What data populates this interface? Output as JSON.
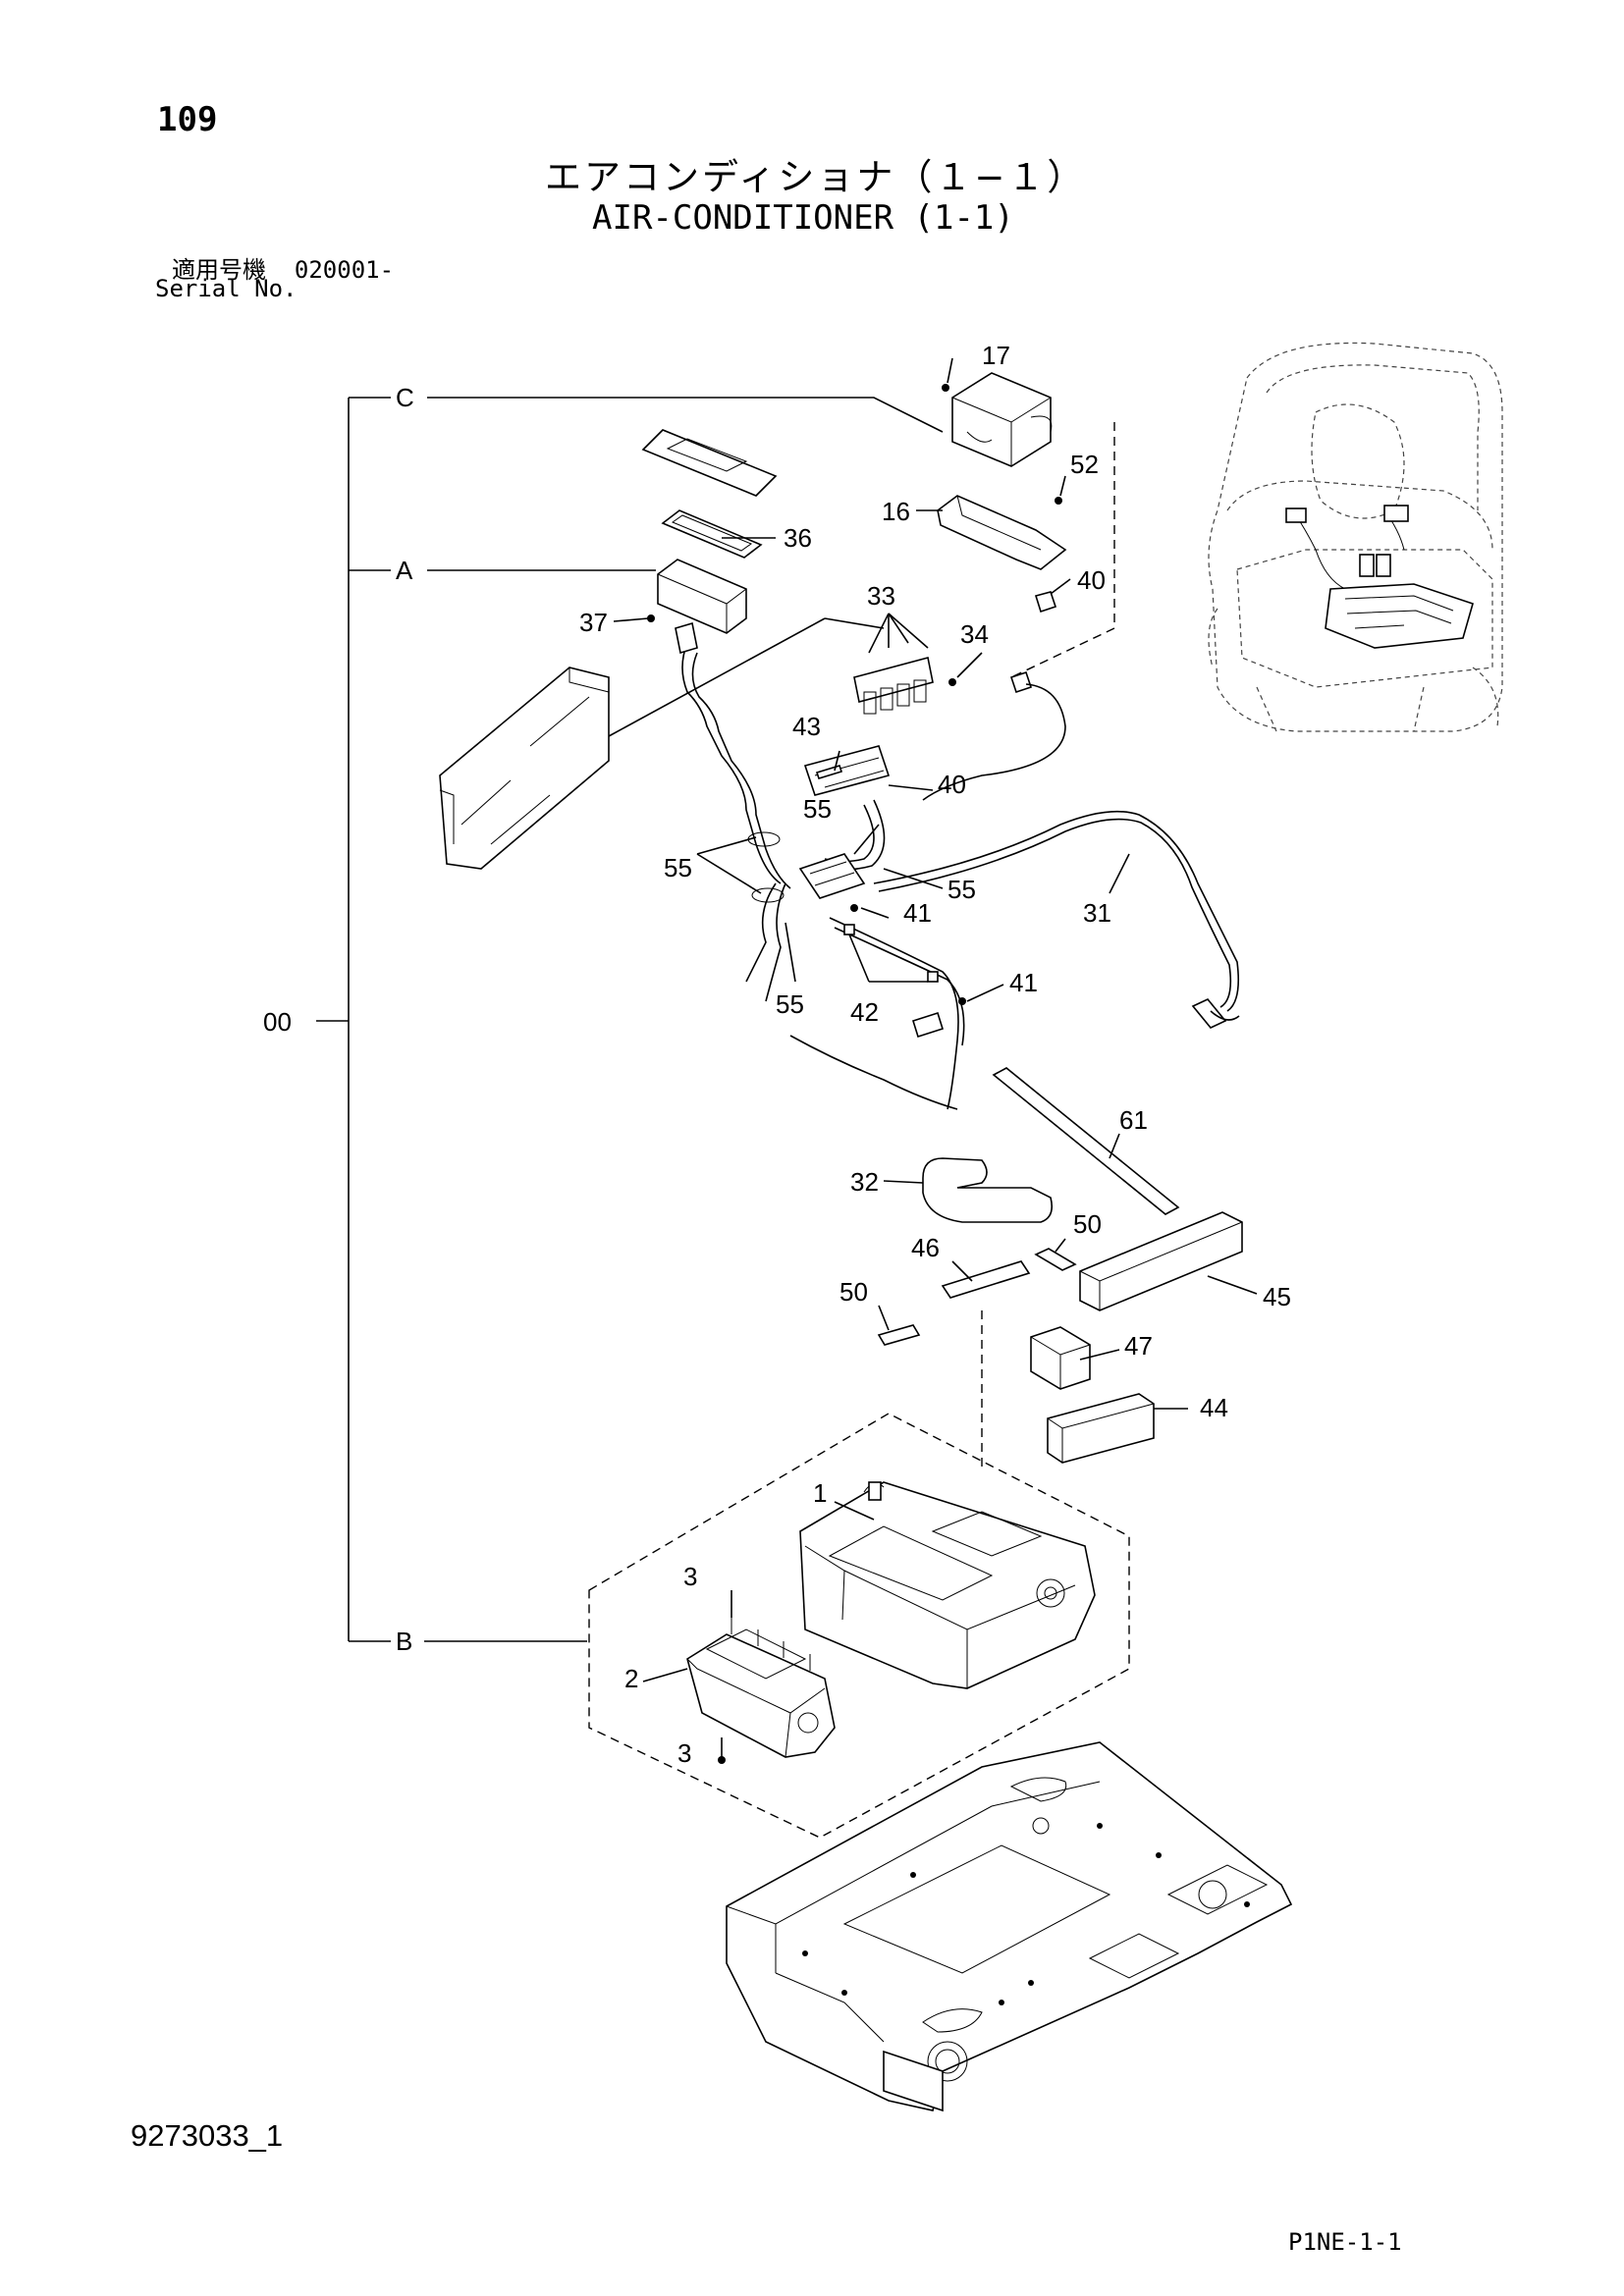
{
  "page_number": "109",
  "title_jp": "エアコンディショナ（１−１）",
  "title_en": "AIR-CONDITIONER (1-1)",
  "serial_label_jp": "適用号機",
  "serial_value": "020001-",
  "serial_label_en": "Serial No.",
  "document_number": "9273033_1",
  "page_code": "P1NE-1-1",
  "group_labels": {
    "root": "00",
    "a": "A",
    "b": "B",
    "c": "C"
  },
  "callouts": {
    "p1": "1",
    "p2": "2",
    "p3a": "3",
    "p3b": "3",
    "p16": "16",
    "p17": "17",
    "p31": "31",
    "p32": "32",
    "p33": "33",
    "p34": "34",
    "p36": "36",
    "p37": "37",
    "p40a": "40",
    "p40b": "40",
    "p41a": "41",
    "p41b": "41",
    "p42": "42",
    "p43": "43",
    "p44": "44",
    "p45": "45",
    "p46": "46",
    "p47": "47",
    "p50a": "50",
    "p50b": "50",
    "p52": "52",
    "p55a": "55",
    "p55b": "55",
    "p55c": "55",
    "p55d": "55",
    "p61": "61"
  }
}
